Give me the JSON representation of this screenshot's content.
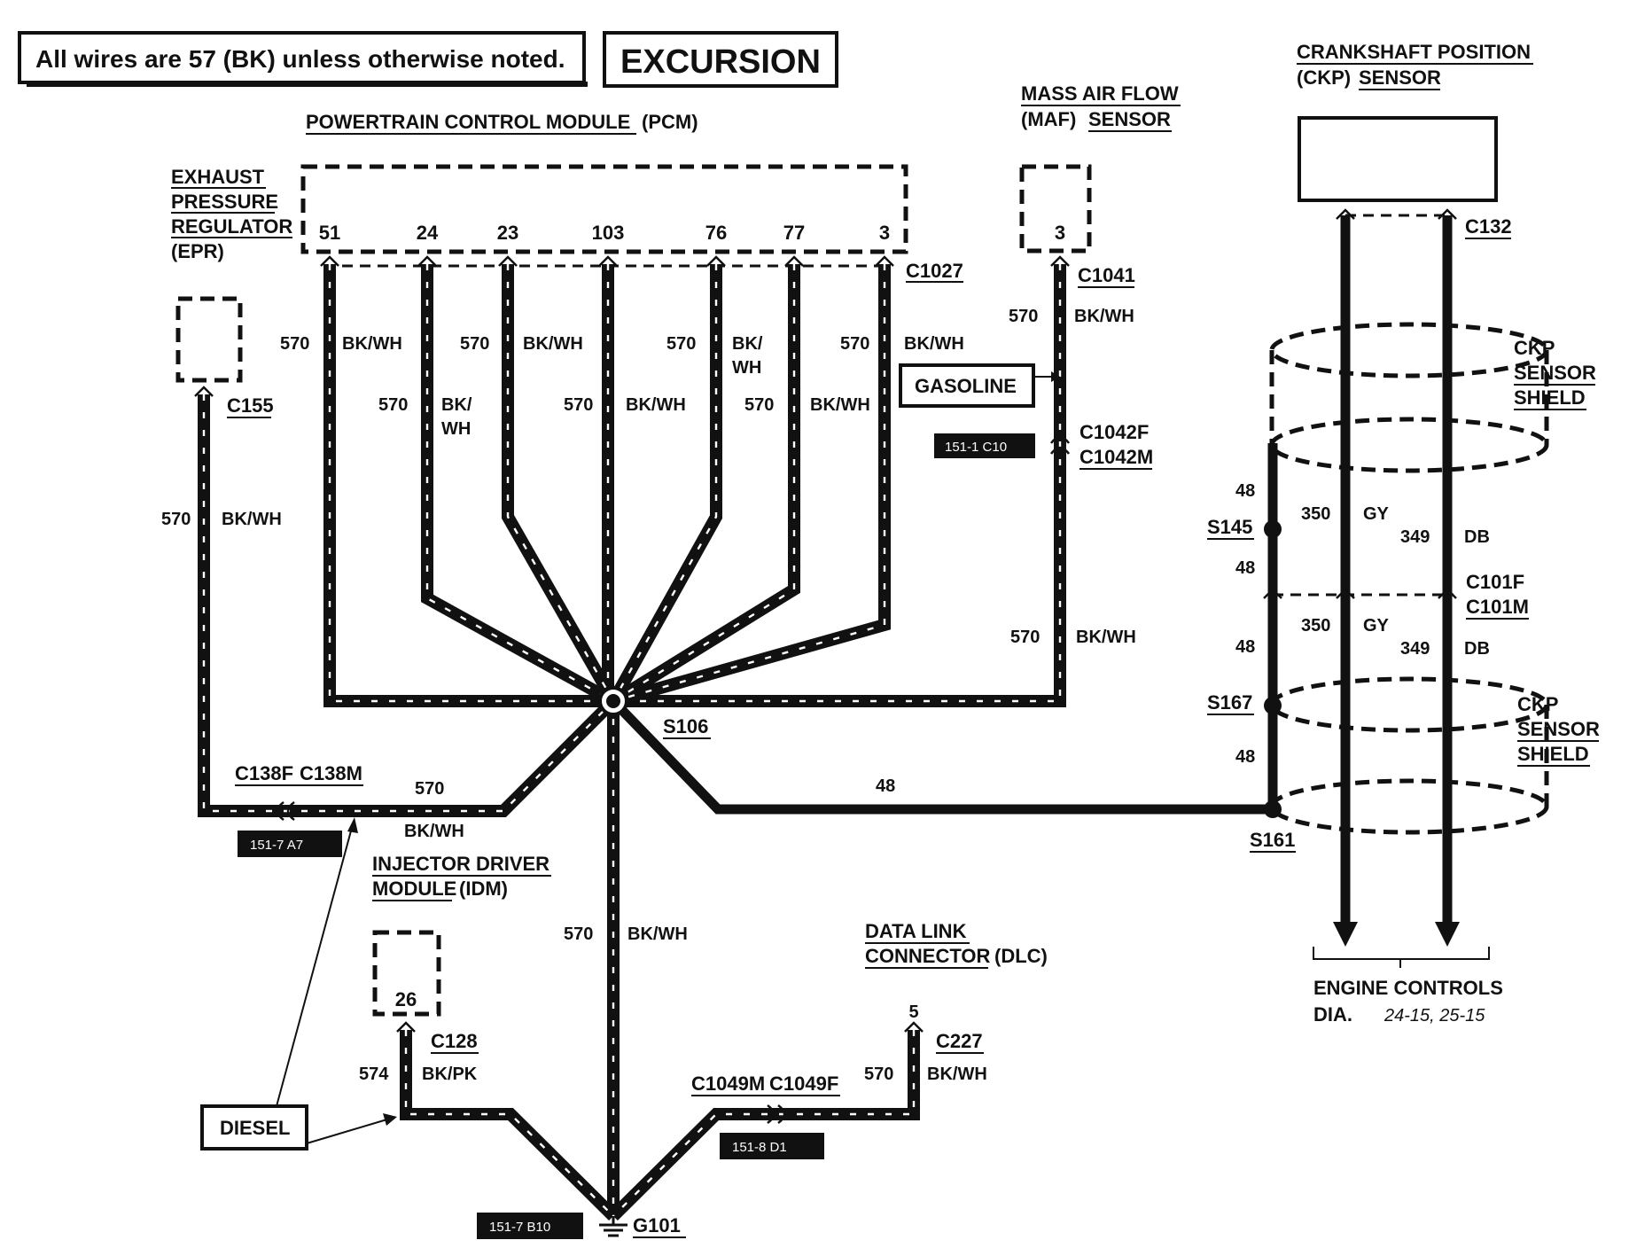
{
  "notes": {
    "wire_note": "All wires are 57 (BK) unless otherwise noted.",
    "model": "EXCURSION"
  },
  "components": {
    "pcm": {
      "name_a": "POWERTRAIN CONTROL MODULE",
      "name_b": "(PCM)",
      "pins": [
        "51",
        "24",
        "23",
        "103",
        "76",
        "77",
        "3"
      ],
      "connector": "C1027"
    },
    "epr": {
      "lines": [
        "EXHAUST",
        "PRESSURE",
        "REGULATOR",
        "(EPR)"
      ],
      "connector": "C155"
    },
    "maf": {
      "line1": "MASS AIR FLOW",
      "line2a": "(MAF)",
      "line2b": "SENSOR",
      "pin": "3",
      "connector": "C1041"
    },
    "ckp": {
      "line1": "CRANKSHAFT POSITION",
      "line2a": "(CKP)",
      "line2b": "SENSOR",
      "connector": "C132",
      "shield_lines": [
        "CKP",
        "SENSOR",
        "SHIELD"
      ]
    },
    "idm": {
      "line1": "INJECTOR DRIVER",
      "line2a": "MODULE",
      "line2b": "(IDM)",
      "pin": "26",
      "connector": "C128"
    },
    "dlc": {
      "line1": "DATA LINK",
      "line2a": "CONNECTOR",
      "line2b": "(DLC)",
      "pin": "5",
      "connector": "C227"
    },
    "engine_controls": {
      "line1": "ENGINE CONTROLS",
      "line2": "DIA.",
      "ref": "24-15, 25-15"
    }
  },
  "connectors": {
    "c1042f": "C1042F",
    "c1042m": "C1042M",
    "c101f": "C101F",
    "c101m": "C101M",
    "c138f": "C138F",
    "c138m": "C138M",
    "c1049m": "C1049M",
    "c1049f": "C1049F"
  },
  "splices": {
    "s106": "S106",
    "s145": "S145",
    "s167": "S167",
    "s161": "S161",
    "g101": "G101"
  },
  "callouts": {
    "gasoline": "GASOLINE",
    "diesel": "DIESEL"
  },
  "location_tags": {
    "c1042": "151-1 C10",
    "c138": "151-7 A7",
    "c1049": "151-8 D1",
    "g101": "151-7 B10"
  },
  "wires": {
    "circuit_570": "570",
    "bkwh": "BK/WH",
    "bk_slash": "BK/",
    "wh": "WH",
    "circuit_574": "574",
    "bkpk": "BK/PK",
    "circuit_48": "48",
    "circuit_350": "350",
    "gy": "GY",
    "circuit_349": "349",
    "db": "DB"
  }
}
